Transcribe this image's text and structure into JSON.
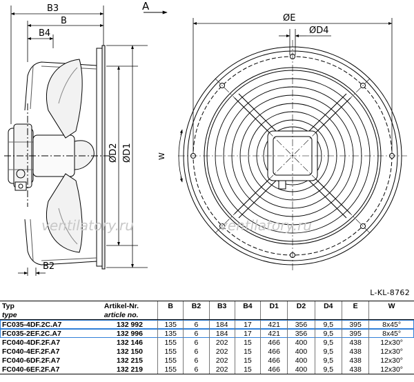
{
  "dimension_labels": {
    "b3": "B3",
    "b": "B",
    "b4": "B4",
    "b2": "B2",
    "view_a": "A",
    "e": "ØE",
    "d4": "ØD4",
    "d2": "ØD2",
    "d1": "ØD1",
    "w": "W"
  },
  "watermark": {
    "left": "ventilatory.ru",
    "right": "ventilatory.ru"
  },
  "drawing_ref": "L-KL-8762",
  "table": {
    "headers": [
      "Typ",
      "Artikel-Nr.",
      "B",
      "B2",
      "B3",
      "B4",
      "D1",
      "D2",
      "D4",
      "E",
      "W"
    ],
    "subheaders": [
      "type",
      "article no."
    ],
    "rows": [
      [
        "FC035-4DF.2C.A7",
        "132 992",
        "135",
        "6",
        "184",
        "17",
        "421",
        "356",
        "9,5",
        "395",
        "8x45°"
      ],
      [
        "FC035-2EF.2C.A7",
        "132 996",
        "135",
        "6",
        "184",
        "17",
        "421",
        "356",
        "9,5",
        "395",
        "8x45°"
      ],
      [
        "FC040-4DF.2F.A7",
        "132 146",
        "155",
        "6",
        "202",
        "15",
        "466",
        "400",
        "9,5",
        "438",
        "12x30°"
      ],
      [
        "FC040-4EF.2F.A7",
        "132 150",
        "155",
        "6",
        "202",
        "15",
        "466",
        "400",
        "9,5",
        "438",
        "12x30°"
      ],
      [
        "FC040-6DF.2F.A7",
        "132 215",
        "155",
        "6",
        "202",
        "15",
        "466",
        "400",
        "9,5",
        "438",
        "12x30°"
      ],
      [
        "FC040-6EF.2F.A7",
        "132 219",
        "155",
        "6",
        "202",
        "15",
        "466",
        "400",
        "9,5",
        "438",
        "12x30°"
      ]
    ]
  }
}
